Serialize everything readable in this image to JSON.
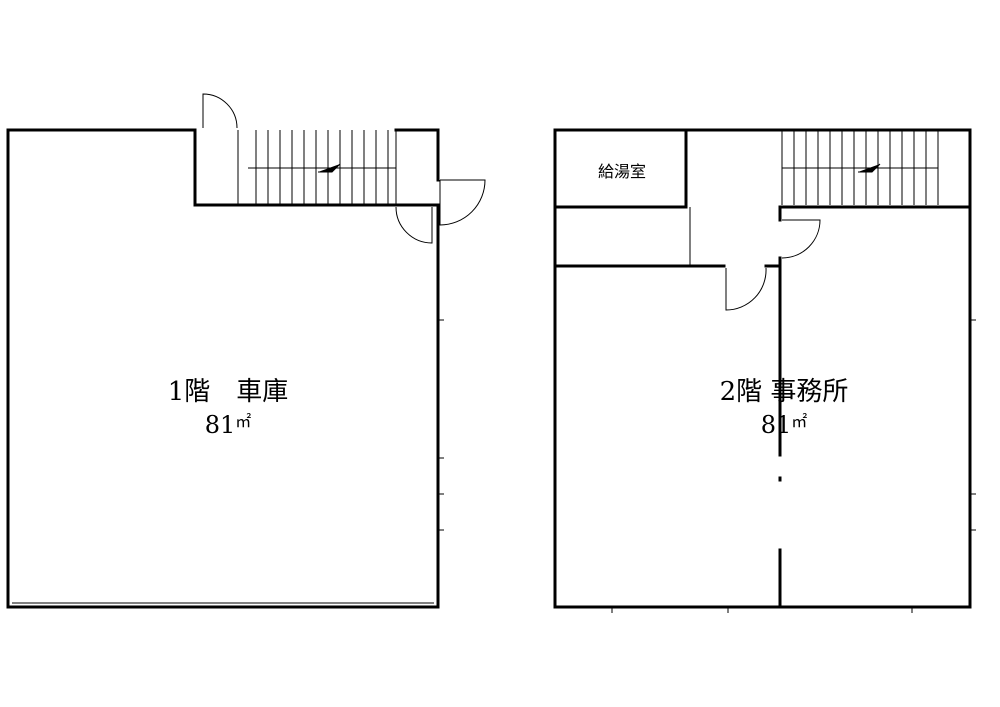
{
  "floor1": {
    "title": "1階　車庫",
    "area_number": "81",
    "area_unit": "㎡"
  },
  "floor2": {
    "title": "2階 事務所",
    "area_number": "81",
    "area_unit": "㎡",
    "small_room": "給湯室"
  }
}
